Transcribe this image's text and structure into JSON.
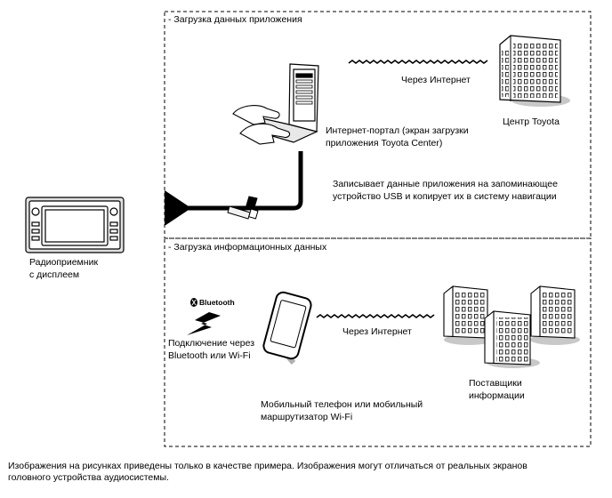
{
  "sections": {
    "app_data": "- Загрузка данных приложения",
    "info_data": "- Загрузка информационных данных"
  },
  "labels": {
    "via_internet_top": "Через Интернет",
    "toyota_center": "Центр Toyota",
    "portal_line1": "Интернет-портал (экран загрузки",
    "portal_line2": "приложения Toyota Center)",
    "usb_line1": "Записывает данные приложения на запоминающее",
    "usb_line2": "устройство USB и копирует их в систему навигации",
    "radio_line1": "Радиоприемник",
    "radio_line2": "с дисплеем",
    "bluetooth_logo": "Bluetooth",
    "bt_line1": "Подключение через",
    "bt_line2": "Bluetooth или Wi-Fi",
    "via_internet_bottom": "Через Интернет",
    "providers_line1": "Поставщики",
    "providers_line2": "информации",
    "phone_line1": "Мобильный телефон или мобильный",
    "phone_line2": "маршрутизатор Wi-Fi"
  },
  "footnote": {
    "line1": "Изображения на рисунках приведены только в качестве примера.  Изображения могут отличаться от реальных экранов",
    "line2": "головного устройства аудиосистемы."
  }
}
